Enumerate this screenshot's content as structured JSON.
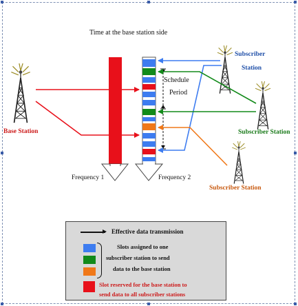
{
  "diagram": {
    "title": "Time at the base station side",
    "schedule_label_1": "Schedule",
    "schedule_label_2": "Period",
    "frequency_1": "Frequency 1",
    "frequency_2": "Frequency 2",
    "base_station": "Base Station",
    "subscriber_station_1_line1": "Subscriber",
    "subscriber_station_1_line2": "Station",
    "subscriber_station_2": "Subscriber Station",
    "subscriber_station_3": "Subscriber Station"
  },
  "legend": {
    "arrow_text": "Effective data transmission",
    "slots_line_1": "Slots assigned to one",
    "slots_line_2": "subscriber station to send",
    "slots_line_3": "data to the base station",
    "reserved_line_1": "Slot reserved for the base station to",
    "reserved_line_2": "send data to all subscriber stations"
  },
  "colors": {
    "red": "#e8101a",
    "blue": "#3d7cf0",
    "green": "#128a1a",
    "orange": "#f07818",
    "blue_text": "#1f4fa8",
    "green_text": "#1a7a1a",
    "orange_text": "#c85a10",
    "red_text": "#cc1a1a"
  },
  "icons": {
    "tower": "radio-tower-icon",
    "arrow": "arrow-right-icon",
    "brace": "right-brace-icon"
  }
}
